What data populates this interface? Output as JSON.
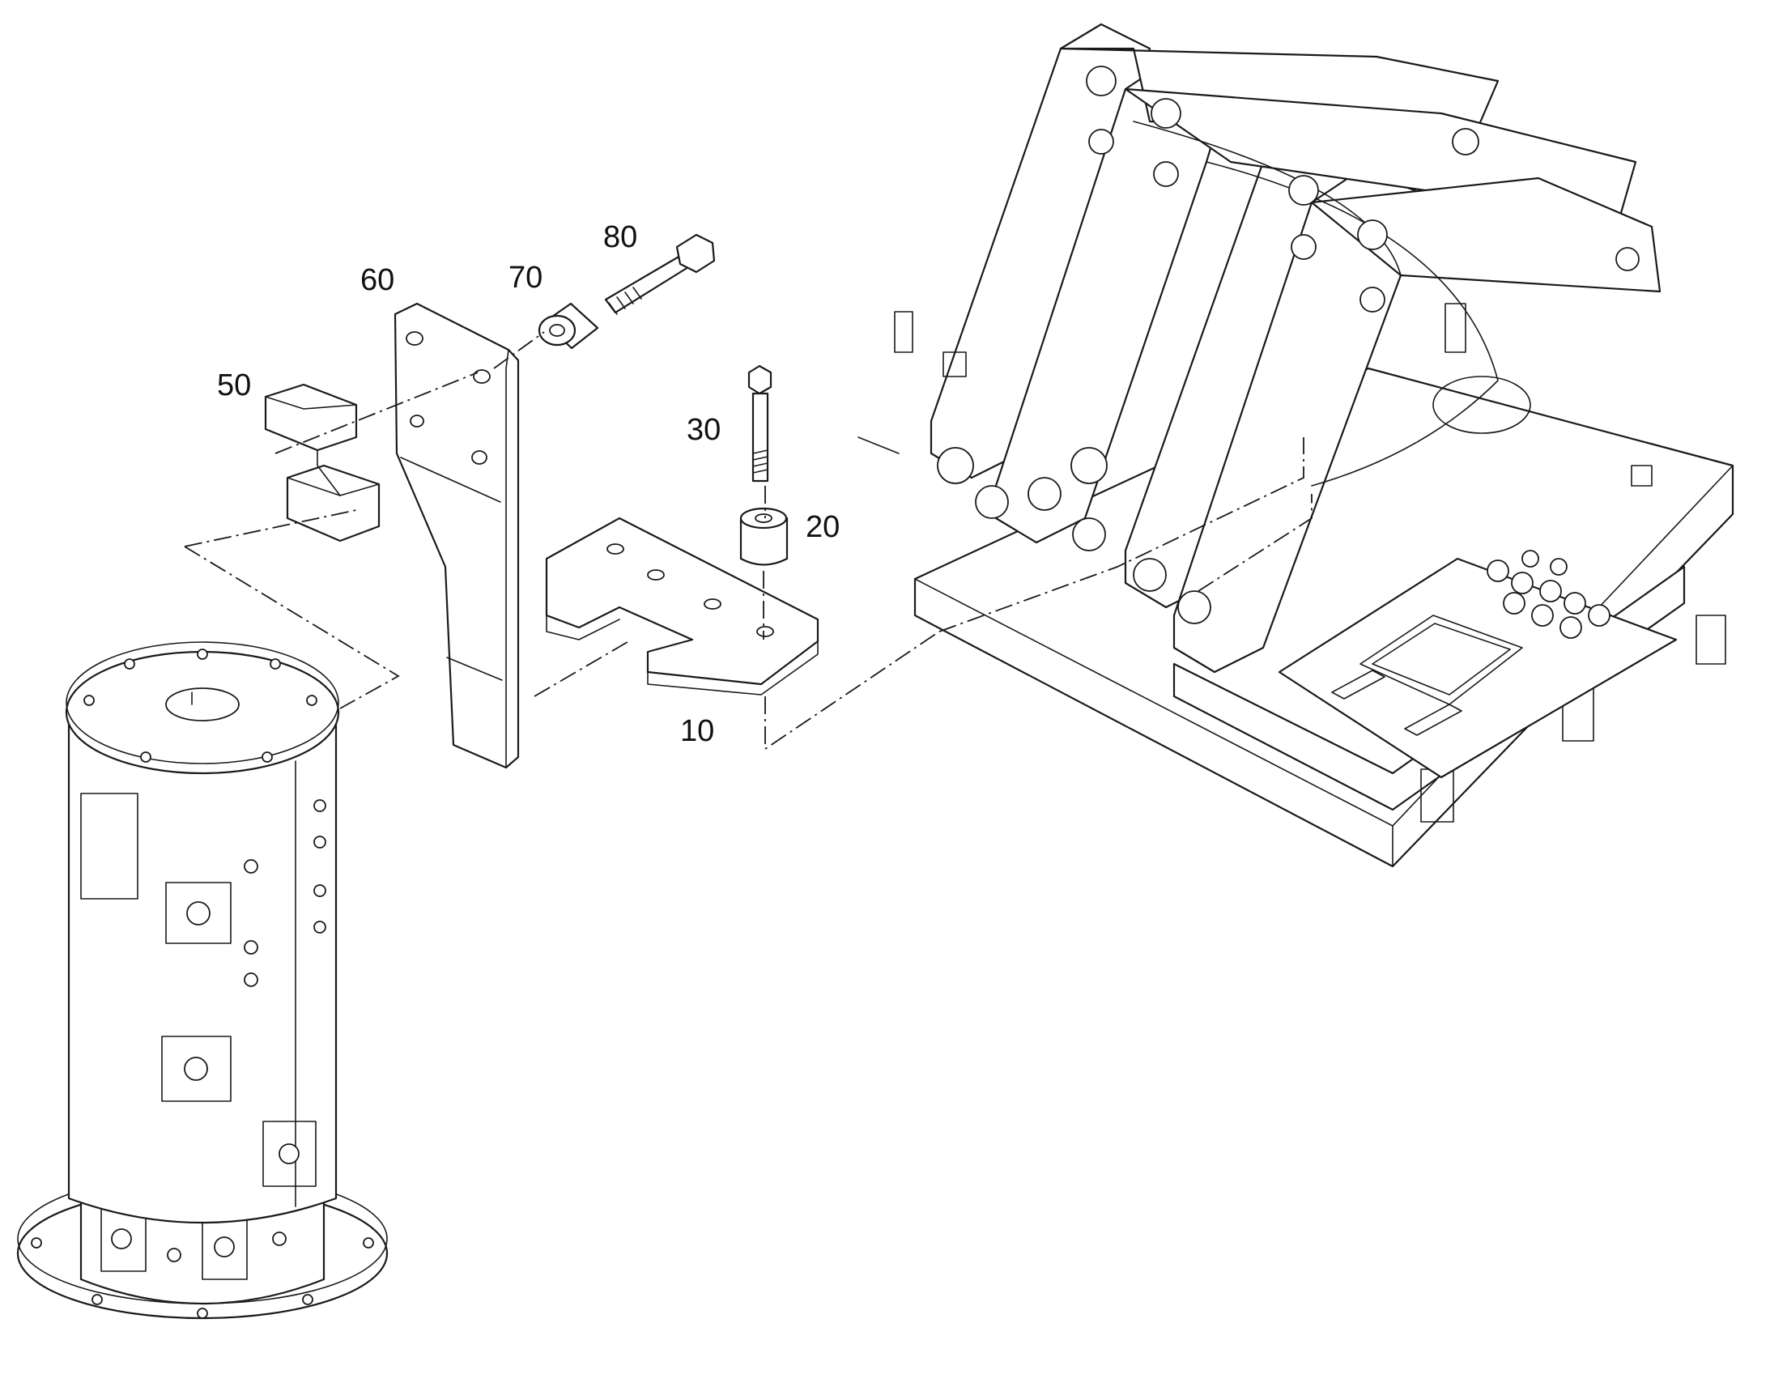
{
  "callouts": {
    "p10": "10",
    "p20": "20",
    "p30": "30",
    "p50": "50",
    "p60": "60",
    "p70": "70",
    "p80": "80"
  },
  "colors": {
    "line": "#1a1a1a",
    "background": "#ffffff"
  }
}
